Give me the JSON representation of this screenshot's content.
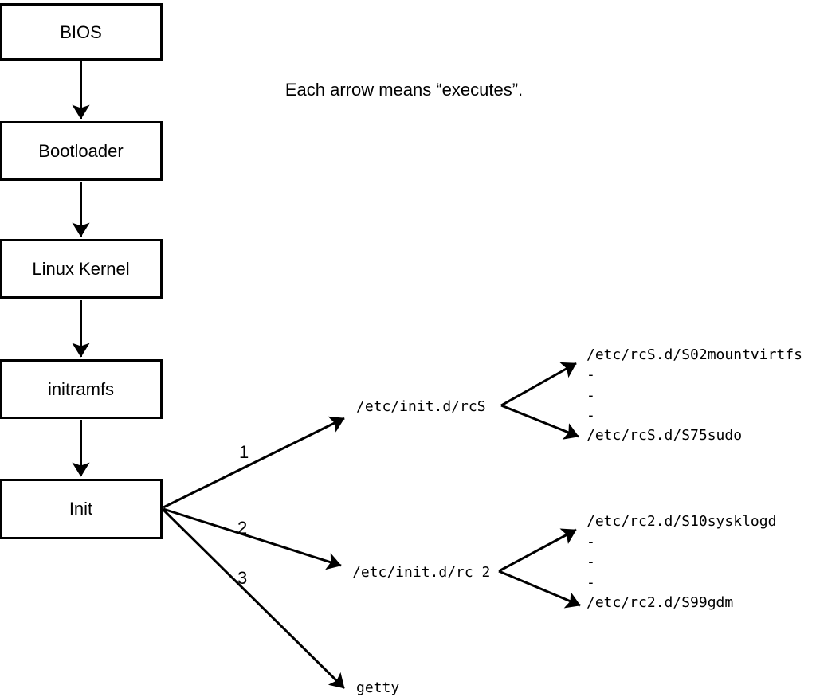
{
  "note": "Each arrow means “executes”.",
  "colors": {
    "ink": "#000000",
    "background": "#ffffff",
    "node_fill": "#ffffff"
  },
  "chain": [
    {
      "label": "BIOS"
    },
    {
      "label": "Bootloader"
    },
    {
      "label": "Linux Kernel"
    },
    {
      "label": "initramfs"
    },
    {
      "label": "Init"
    }
  ],
  "init_branches": [
    {
      "order": "1",
      "target": "/etc/init.d/rcS",
      "children": [
        "/etc/rcS.d/S02mountvirtfs",
        "-",
        "-",
        "-",
        "/etc/rcS.d/S75sudo"
      ]
    },
    {
      "order": "2",
      "target": "/etc/init.d/rc 2",
      "children": [
        "/etc/rc2.d/S10sysklogd",
        "-",
        "-",
        "-",
        "/etc/rc2.d/S99gdm"
      ]
    },
    {
      "order": "3",
      "target": "getty",
      "children": []
    }
  ]
}
